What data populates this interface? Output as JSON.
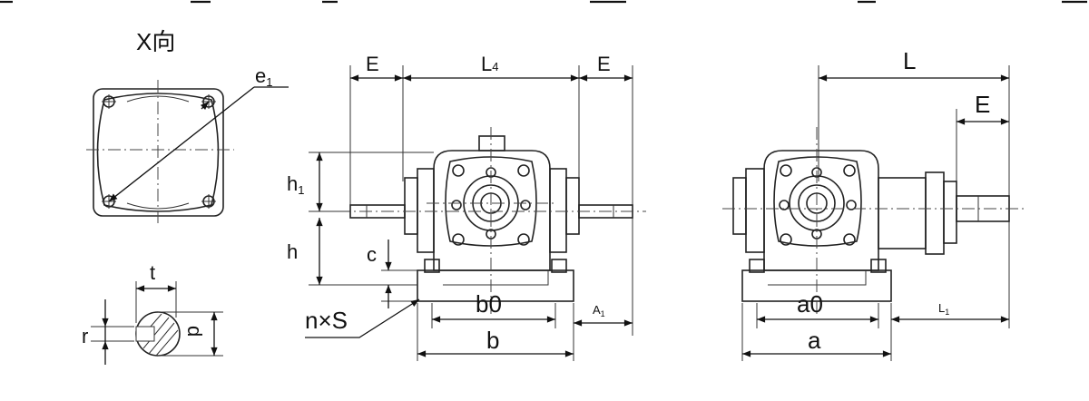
{
  "view_label": "X向",
  "labels": {
    "e1": "e",
    "e1_sub": "1",
    "t": "t",
    "r": "r",
    "d": "d",
    "E_left": "E",
    "L4": "L",
    "L4_sub": "4",
    "E_mid": "E",
    "h1": "h",
    "h1_sub": "1",
    "h": "h",
    "c": "c",
    "nxS": "n×S",
    "b0": "b0",
    "b": "b",
    "A1": "A",
    "A1_sub": "1",
    "L": "L",
    "E_right": "E",
    "a0": "a0",
    "a": "a",
    "L1": "L",
    "L1_sub": "1"
  }
}
